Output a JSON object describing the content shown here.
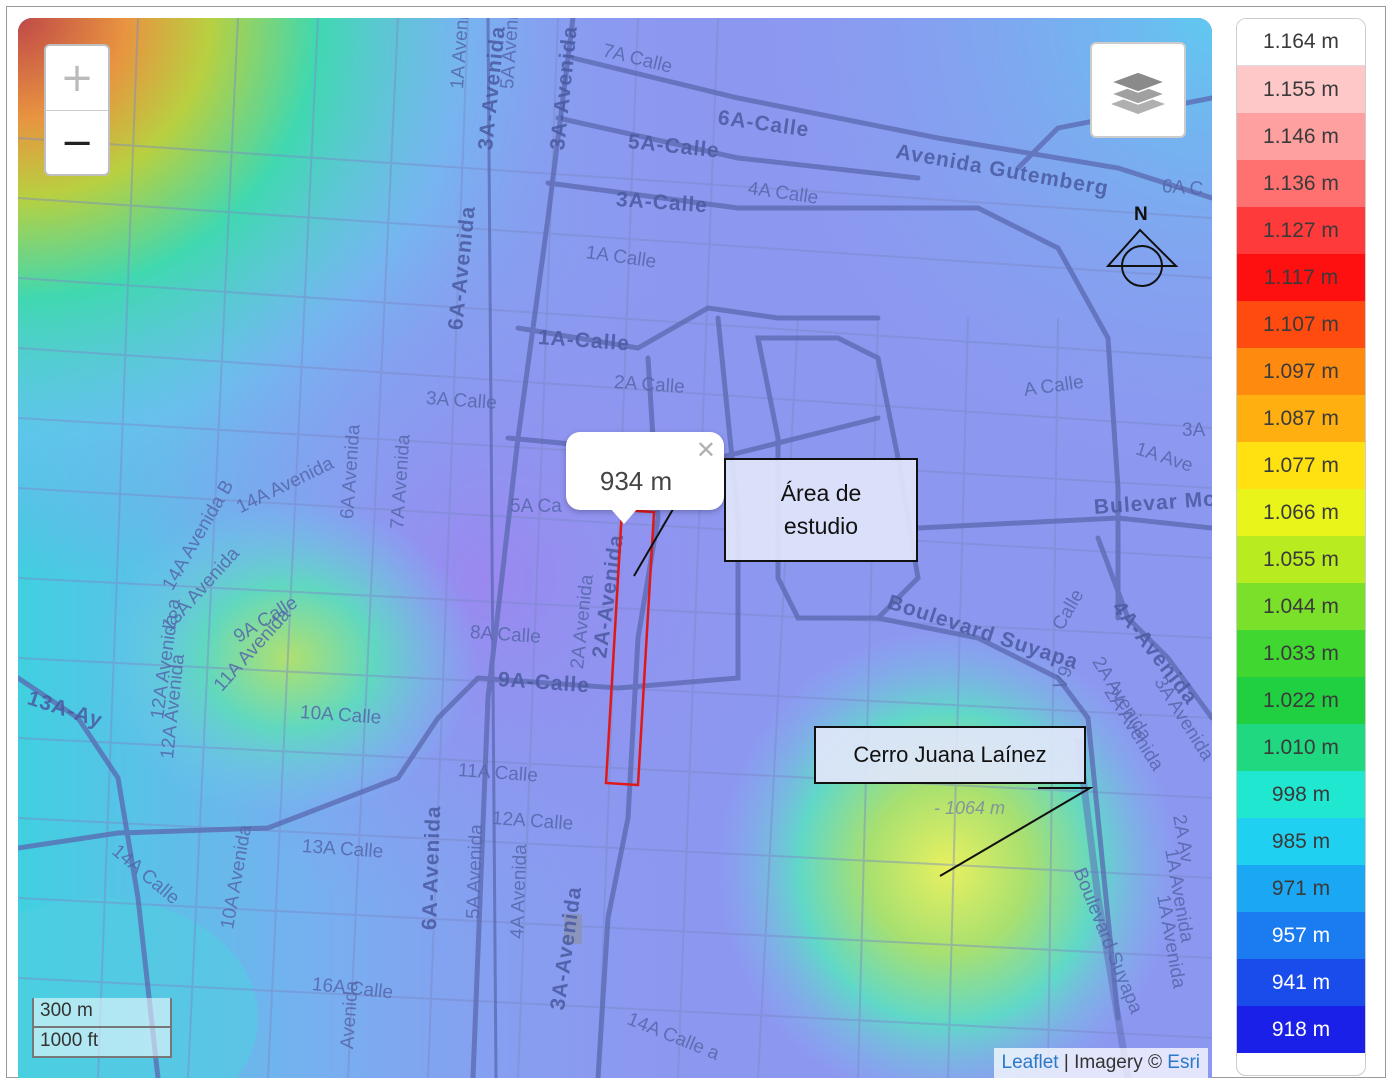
{
  "map": {
    "zoom": {
      "in_label": "+",
      "out_label": "−"
    },
    "popup": {
      "value": "934 m",
      "close_label": "✕"
    },
    "marker_label": "- 1064 m",
    "compass_label": "N",
    "callouts": {
      "study_area": "Área de estudio",
      "hill": "Cerro Juana Laínez"
    },
    "scale": {
      "metric": "300 m",
      "imperial": "1000 ft"
    },
    "attribution": {
      "leaflet": "Leaflet",
      "separator": " | Imagery © ",
      "esri": "Esri"
    },
    "icons": [
      "layers-icon",
      "compass-icon",
      "close-icon"
    ],
    "street_labels": [
      "7A Calle",
      "6A-Calle",
      "5A-Calle",
      "Avenida Gutemberg",
      "6A C",
      "4A Calle",
      "3A-Calle",
      "1A Calle",
      "1A-Calle",
      "2A Calle",
      "3A Calle",
      "A Calle",
      "3A",
      "1A Ave",
      "Bulevar Mo",
      "5A Ca",
      "8A Calle",
      "9A-Calle",
      "10A Calle",
      "11A Calle",
      "12A Calle",
      "13A Calle",
      "14A Calle",
      "16A Calle",
      "14A Calle a",
      "Boulevard Suyapa",
      "4A-Avenida",
      "2A Avenida",
      "3A Avenida",
      "1A Avenida",
      "2A Av",
      "1A Avenida",
      "3A-Avenida",
      "2A Avenida",
      "6A-Avenida",
      "7A Avenida",
      "6A Avenida",
      "14A Avenida",
      "14A Avenida B",
      "13A Avenida",
      "9A Calle",
      "12A Avenida a",
      "11A Avenida",
      "12A Avenida",
      "10A Avenida",
      "5A Avenida",
      "4A Avenida",
      "6A-Avenida",
      "3A-Avenida",
      "13A-Ay",
      "Avenida",
      "Calle",
      "V9",
      "Boulevard Suyapa",
      "2A-Avenida",
      "1A Avenida",
      "2A Avenida",
      "3A-Avenida",
      "5A Avenida"
    ]
  },
  "legend": [
    {
      "label": "1.164 m",
      "color": "#ffffff"
    },
    {
      "label": "1.155 m",
      "color": "#ffc8c8"
    },
    {
      "label": "1.146 m",
      "color": "#ffa0a0"
    },
    {
      "label": "1.136 m",
      "color": "#ff7070"
    },
    {
      "label": "1.127 m",
      "color": "#ff3a3a"
    },
    {
      "label": "1.117 m",
      "color": "#ff1010"
    },
    {
      "label": "1.107 m",
      "color": "#ff4a10"
    },
    {
      "label": "1.097 m",
      "color": "#ff8a10"
    },
    {
      "label": "1.087 m",
      "color": "#ffb010"
    },
    {
      "label": "1.077 m",
      "color": "#ffe010"
    },
    {
      "label": "1.066 m",
      "color": "#e8f41a"
    },
    {
      "label": "1.055 m",
      "color": "#b8ec20"
    },
    {
      "label": "1.044 m",
      "color": "#7ae02a"
    },
    {
      "label": "1.033 m",
      "color": "#40d830"
    },
    {
      "label": "1.022 m",
      "color": "#20d040"
    },
    {
      "label": "1.010 m",
      "color": "#20d880"
    },
    {
      "label": "998 m",
      "color": "#20e8d0"
    },
    {
      "label": "985 m",
      "color": "#20d0f0"
    },
    {
      "label": "971 m",
      "color": "#1aa8f4"
    },
    {
      "label": "957 m",
      "color": "#1a7cf0"
    },
    {
      "label": "941 m",
      "color": "#1a4cec"
    },
    {
      "label": "918 m",
      "color": "#1a20e8"
    }
  ]
}
